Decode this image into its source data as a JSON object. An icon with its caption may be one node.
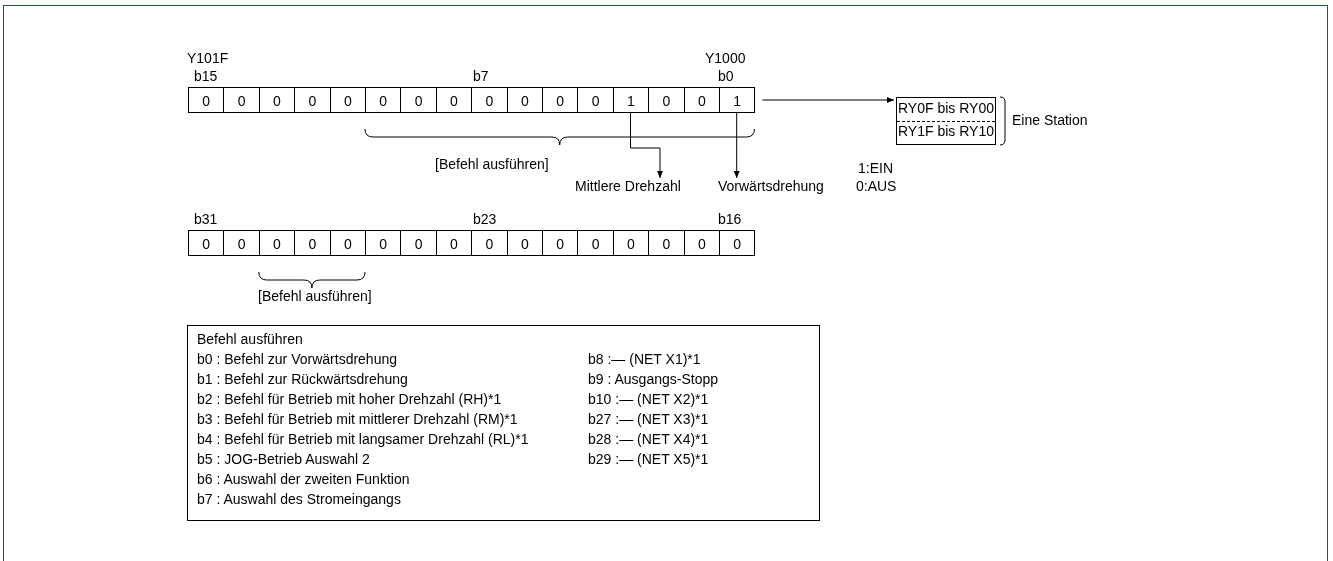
{
  "diagram": {
    "nodes": [
      {
        "text": [
          "0",
          "0",
          "0",
          "0",
          "0",
          "0",
          "0",
          "0",
          "0",
          "0",
          "0",
          "0",
          "1",
          "0",
          "0",
          "1"
        ]
      },
      {
        "text": [
          "Mittlere Drehzahl"
        ]
      },
      {
        "text": [
          "Vorwärtsdrehung"
        ]
      },
      {
        "text": [
          "RY0F bis RY00",
          "RY1F bis RY10"
        ],
        "beside": [
          "Eine Station"
        ]
      },
      {
        "text": [
          "0",
          "0",
          "0",
          "0",
          "0",
          "0",
          "0",
          "0",
          "0",
          "0",
          "0",
          "0",
          "0",
          "0",
          "0",
          "0"
        ]
      },
      {
        "text": [
          "Befehl ausführen",
          "b0 : Befehl zur Vorwärtsdrehung",
          "b1 : Befehl zur Rückwärtsdrehung",
          "b2 : Befehl für Betrieb mit hoher Drehzahl (RH)*1",
          "b3 : Befehl für Betrieb mit mittlerer Drehzahl (RM)*1",
          "b4 : Befehl für Betrieb mit langsamer Drehzahl (RL)*1",
          "b5 : JOG-Betrieb Auswahl 2",
          "b6 : Auswahl der zweiten Funktion",
          "b7 : Auswahl des Stromeingangs",
          "b8 :— (NET X1)*1",
          "b9 : Ausgangs-Stopp",
          "b10 :— (NET X2)*1",
          "b27 :— (NET X3)*1",
          "b28 :— (NET X4)*1",
          "b29 :— (NET X5)*1"
        ]
      }
    ],
    "edges": [
      {
        "from": 0,
        "to": 1,
        "arrow": "to"
      },
      {
        "from": 0,
        "to": 2,
        "arrow": "to"
      },
      {
        "from": 0,
        "to": 3,
        "arrow": "to"
      }
    ],
    "labels": [
      "Y101F",
      "Y1000",
      "b15",
      "b7",
      "b0",
      "[Befehl ausführen]",
      "1:EIN",
      "0:AUS",
      "b31",
      "b23",
      "b16",
      "[Befehl ausführen]"
    ]
  }
}
